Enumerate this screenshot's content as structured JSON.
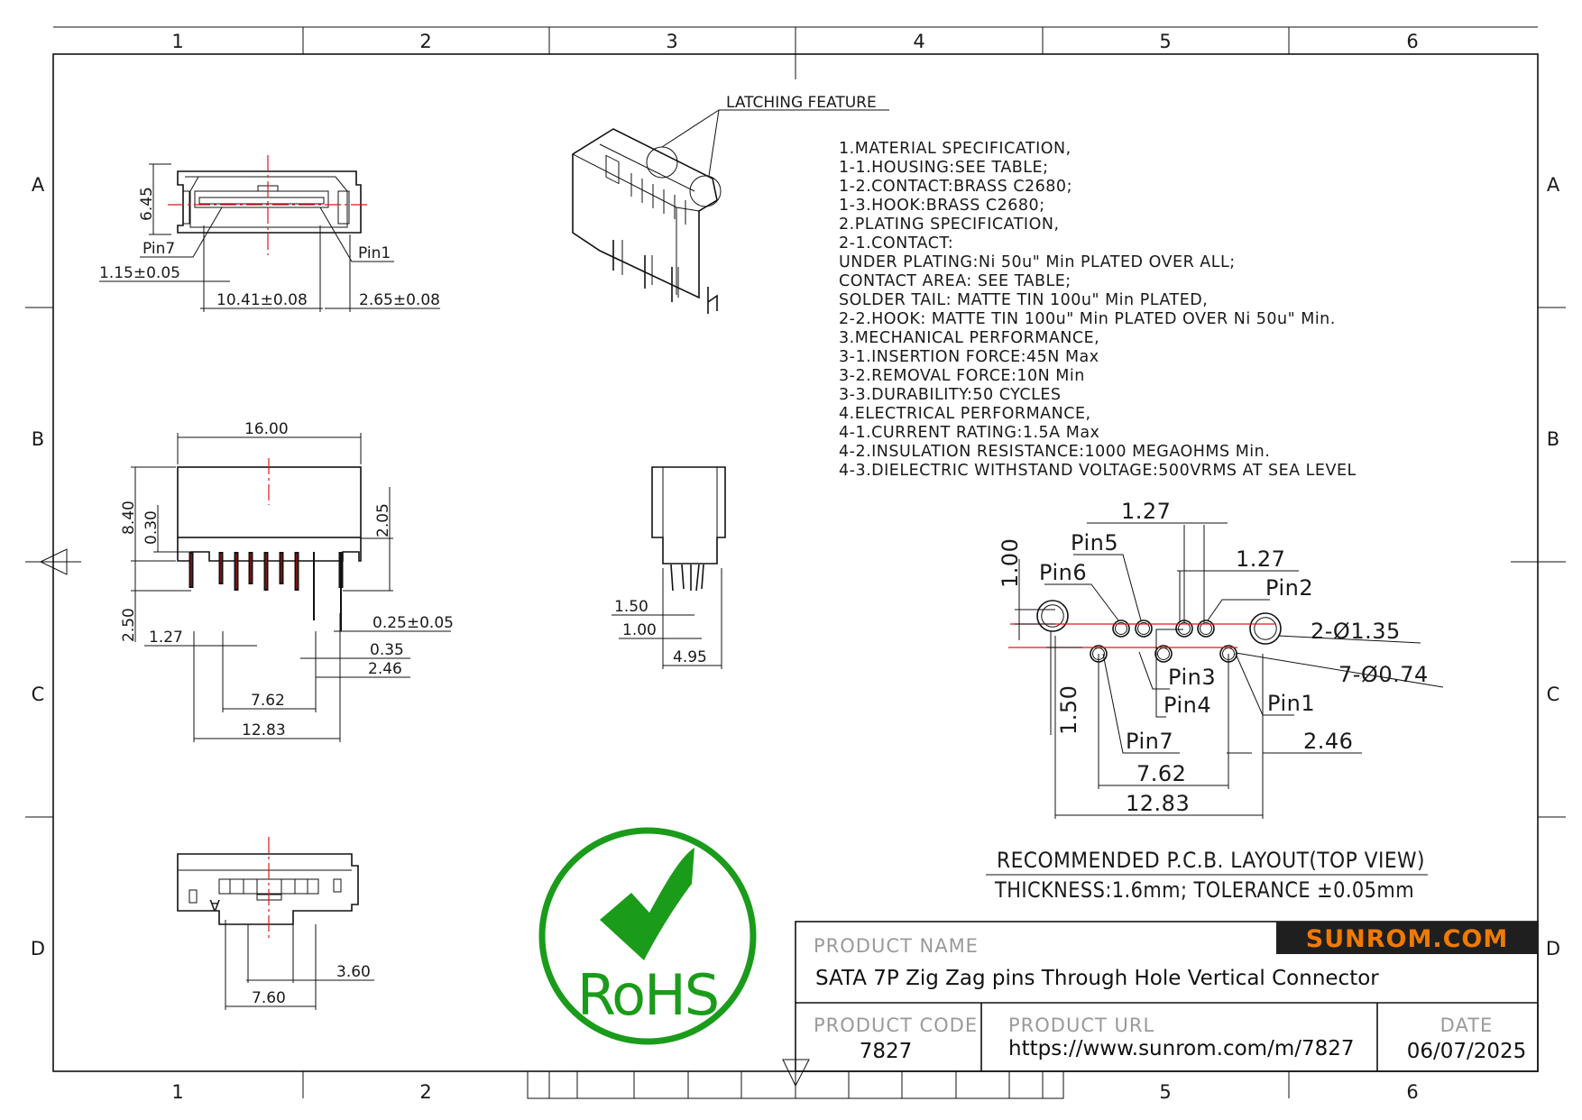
{
  "zones": {
    "cols": [
      "1",
      "2",
      "3",
      "4",
      "5",
      "6"
    ],
    "rows": [
      "A",
      "B",
      "C",
      "D"
    ]
  },
  "callouts": {
    "latching": "LATCHING FEATURE"
  },
  "spec_lines": [
    "1.MATERIAL SPECIFICATION,",
    "  1-1.HOUSING:SEE TABLE;",
    "  1-2.CONTACT:BRASS C2680;",
    "  1-3.HOOK:BRASS C2680;",
    "2.PLATING SPECIFICATION,",
    "  2-1.CONTACT:",
    "  UNDER PLATING:Ni 50u\" Min PLATED OVER ALL;",
    "  CONTACT AREA: SEE TABLE;",
    "  SOLDER TAIL: MATTE TIN 100u\" Min PLATED,",
    "  2-2.HOOK: MATTE TIN 100u\" Min PLATED OVER Ni 50u\" Min.",
    "3.MECHANICAL PERFORMANCE,",
    "  3-1.INSERTION FORCE:45N Max",
    "  3-2.REMOVAL FORCE:10N Min",
    "  3-3.DURABILITY:50 CYCLES",
    "4.ELECTRICAL PERFORMANCE,",
    "  4-1.CURRENT RATING:1.5A Max",
    "  4-2.INSULATION RESISTANCE:1000 MEGAOHMS Min.",
    "  4-3.DIELECTRIC WITHSTAND VOLTAGE:500VRMS AT SEA LEVEL"
  ],
  "front_view": {
    "height": "6.45",
    "pin7": "Pin7",
    "pin1": "Pin1",
    "d_left": "1.15±0.05",
    "d_mid": "10.41±0.08",
    "d_right": "2.65±0.08"
  },
  "side_view": {
    "width": "16.00",
    "h_total": "8.40",
    "h_small": "0.30",
    "h_right": "2.05",
    "h_pins": "2.50",
    "pitch": "1.27",
    "pin_w": "0.25±0.05",
    "d035": "0.35",
    "d246": "2.46",
    "d762": "7.62",
    "d1283": "12.83"
  },
  "end_view": {
    "d150": "1.50",
    "d100": "1.00",
    "d495": "4.95"
  },
  "bottom_view": {
    "d360": "3.60",
    "d760": "7.60",
    "mark": "A"
  },
  "pcb": {
    "d127a": "1.27",
    "d127b": "1.27",
    "d100": "1.00",
    "d150": "1.50",
    "pins": [
      "Pin5",
      "Pin6",
      "Pin2",
      "Pin3",
      "Pin4",
      "Pin1",
      "Pin7"
    ],
    "holes_big": "2-Ø1.35",
    "holes_small": "7-Ø0.74",
    "d246": "2.46",
    "d762": "7.62",
    "d1283": "12.83",
    "caption": "RECOMMENDED   P.C.B.  LAYOUT(TOP  VIEW)",
    "thickness": "THICKNESS:1.6mm;  TOLERANCE  ±0.05mm"
  },
  "rohs": "RoHS",
  "brand": "SUNROM.COM",
  "title_block": {
    "name_label": "PRODUCT NAME",
    "name": "SATA 7P Zig Zag pins Through Hole Vertical Connector",
    "code_label": "PRODUCT CODE",
    "code": "7827",
    "url_label": "PRODUCT URL",
    "url": "https://www.sunrom.com/m/7827",
    "date_label": "DATE",
    "date": "06/07/2025"
  },
  "colors": {
    "rohs_green": "#1a9c1a",
    "brand_bg": "#1f1f1f",
    "brand_fg": "#f07a00",
    "centerline": "#e01818"
  }
}
